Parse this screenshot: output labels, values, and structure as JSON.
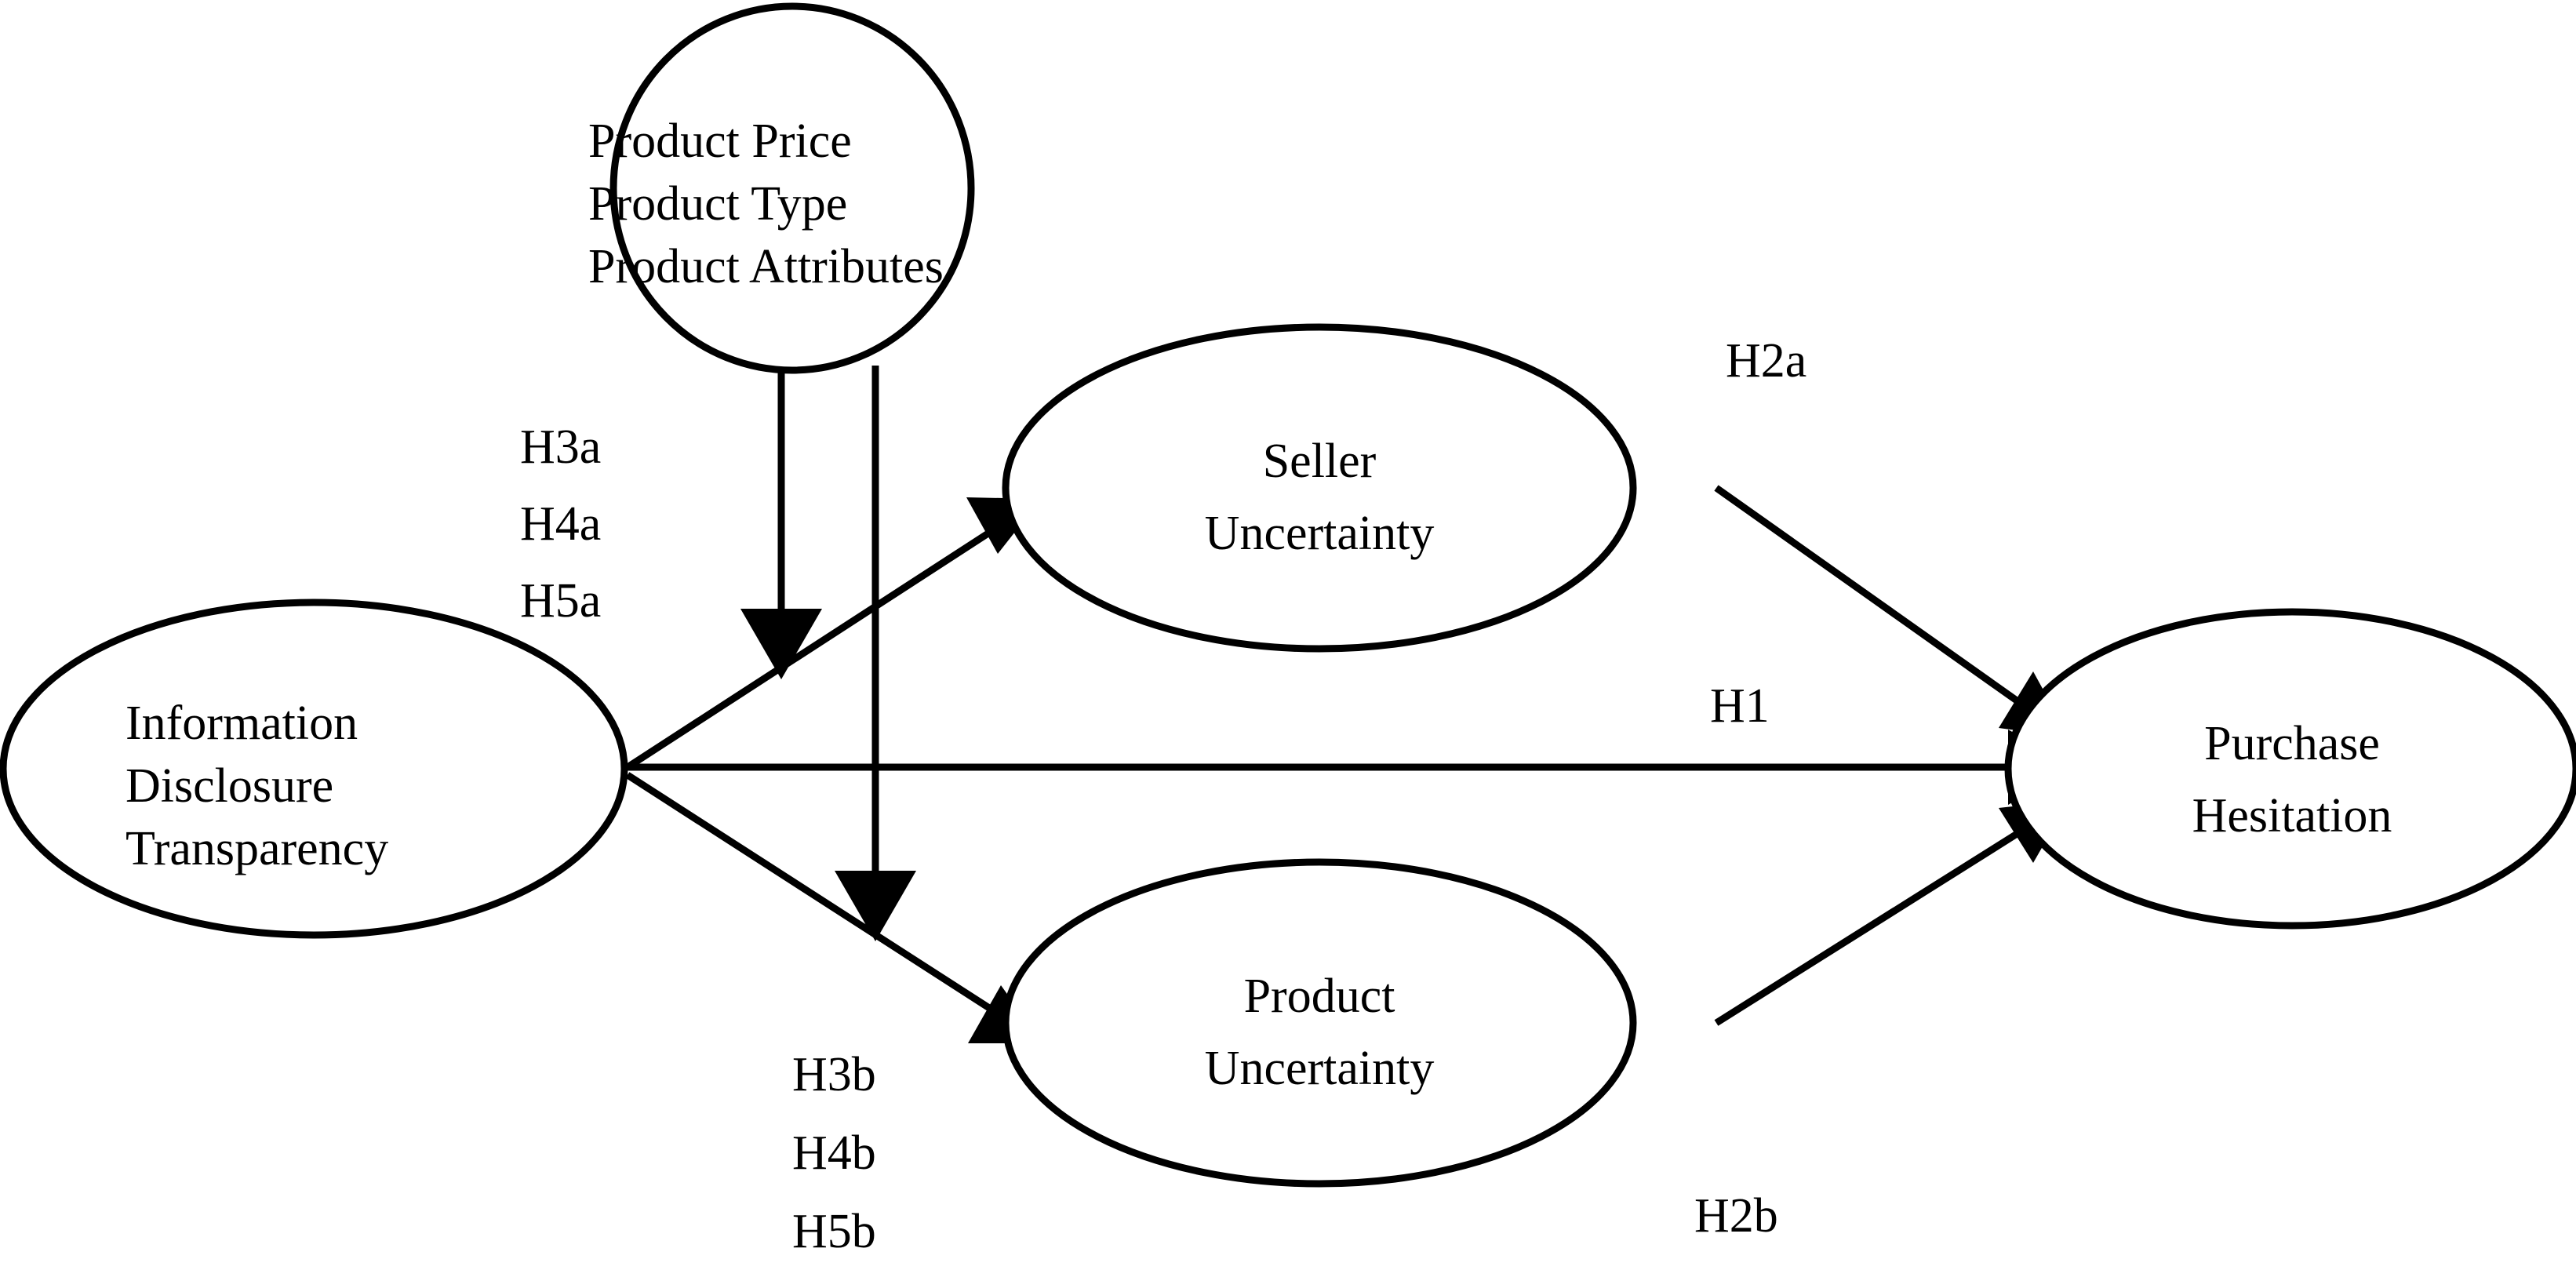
{
  "diagram": {
    "type": "research-model-path-diagram",
    "background_color": "#ffffff",
    "line_color": "#000000",
    "text_color": "#000000",
    "nodes": {
      "moderators": {
        "name": "product-characteristics",
        "shape": "ellipse",
        "align": "left",
        "lines": [
          "Product Price",
          "Product Type",
          "Product Attributes"
        ]
      },
      "independent": {
        "name": "information-disclosure-transparency",
        "shape": "ellipse",
        "align": "left",
        "lines": [
          "Information",
          "Disclosure",
          "Transparency"
        ]
      },
      "mediator_top": {
        "name": "seller-uncertainty",
        "shape": "ellipse",
        "align": "center",
        "lines": [
          "Seller",
          "Uncertainty"
        ]
      },
      "mediator_bottom": {
        "name": "product-uncertainty",
        "shape": "ellipse",
        "align": "center",
        "lines": [
          "Product",
          "Uncertainty"
        ]
      },
      "dependent": {
        "name": "purchase-hesitation",
        "shape": "ellipse",
        "align": "center",
        "lines": [
          "Purchase",
          "Hesitation"
        ]
      }
    },
    "edge_labels": {
      "h1": "H1",
      "h2a": "H2a",
      "h2b": "H2b",
      "h3a": "H3a",
      "h4a": "H4a",
      "h5a": "H5a",
      "h3b": "H3b",
      "h4b": "H4b",
      "h5b": "H5b"
    },
    "edges": [
      {
        "id": "idt-to-seller",
        "from": "information-disclosure-transparency",
        "to": "seller-uncertainty",
        "label": "H3a/H4a/H5a-moderated"
      },
      {
        "id": "idt-to-purchase",
        "from": "information-disclosure-transparency",
        "to": "purchase-hesitation",
        "label": "H1"
      },
      {
        "id": "idt-to-product",
        "from": "information-disclosure-transparency",
        "to": "product-uncertainty",
        "label": "H3b/H4b/H5b-moderated"
      },
      {
        "id": "seller-to-purchase",
        "from": "seller-uncertainty",
        "to": "purchase-hesitation",
        "label": "H2a"
      },
      {
        "id": "product-to-purchase",
        "from": "product-uncertainty",
        "to": "purchase-hesitation",
        "label": "H2b"
      },
      {
        "id": "moderator-to-seller-path",
        "from": "product-characteristics",
        "to": "idt-to-seller",
        "label": "H3a/H4a/H5a"
      },
      {
        "id": "moderator-to-product-path",
        "from": "product-characteristics",
        "to": "idt-to-product",
        "label": "H3b/H4b/H5b"
      }
    ]
  }
}
